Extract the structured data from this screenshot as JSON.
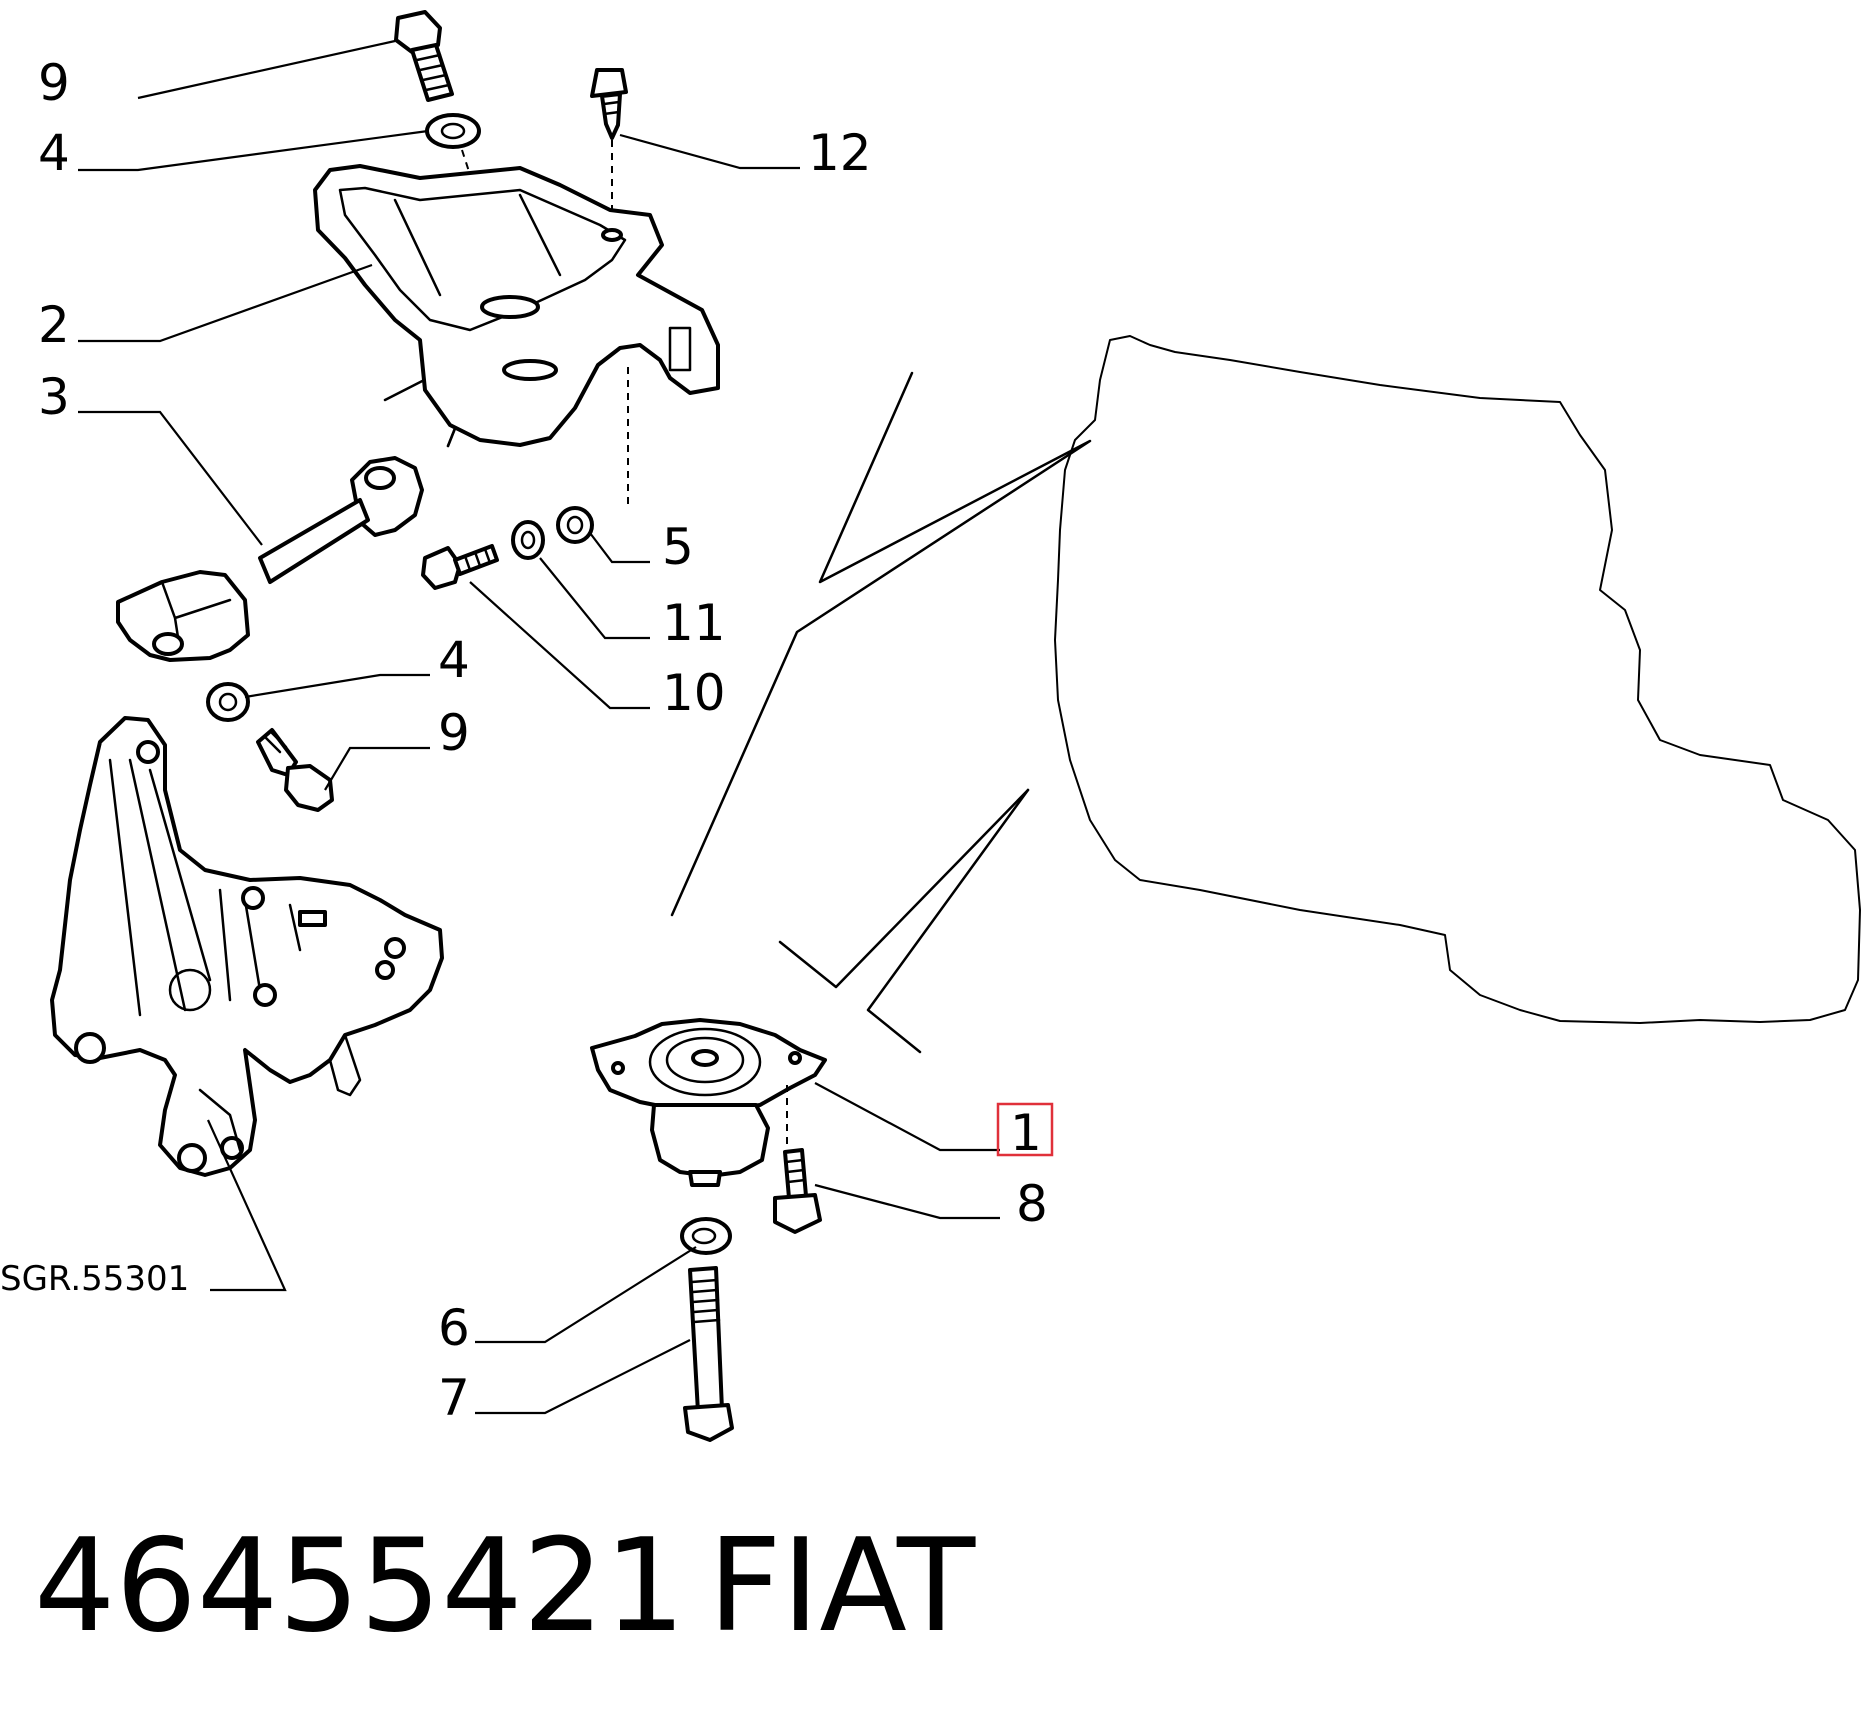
{
  "callouts": {
    "c9_top": "9",
    "c4_top": "4",
    "c2": "2",
    "c3": "3",
    "c12": "12",
    "c5": "5",
    "c11": "11",
    "c10": "10",
    "c4_mid": "4",
    "c9_mid": "9",
    "c1": "1",
    "c8": "8",
    "c6": "6",
    "c7": "7"
  },
  "reference": "SGR.55301",
  "footer": {
    "part_number": "46455421",
    "brand": "FIAT"
  },
  "highlighted_callout": "1",
  "colors": {
    "line": "#000000",
    "highlight": "#e0303a",
    "background": "#ffffff"
  }
}
